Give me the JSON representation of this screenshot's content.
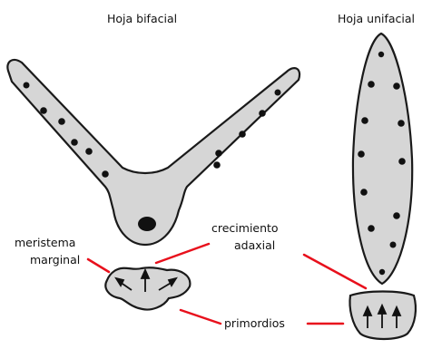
{
  "titles": {
    "bifacial": "Hoja bifacial",
    "unifacial": "Hoja unifacial"
  },
  "labels": {
    "meristema_line1": "meristema",
    "meristema_line2": "marginal",
    "crecimiento_line1": "crecimiento",
    "crecimiento_line2": "adaxial",
    "primordios": "primordios"
  },
  "colors": {
    "leaf_fill": "#d6d6d6",
    "outline": "#1a1a1a",
    "pointer": "#e8101c",
    "dot": "#111111"
  }
}
